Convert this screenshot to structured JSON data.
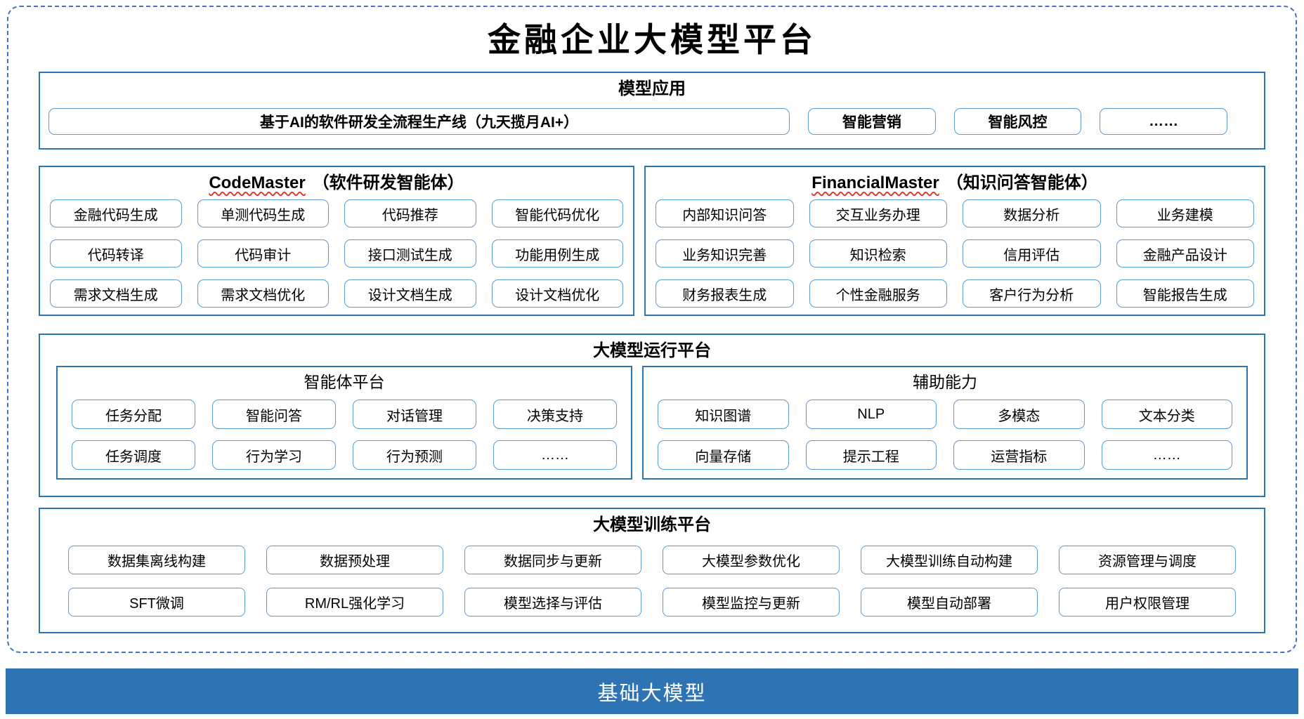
{
  "page": {
    "title": "金融企业大模型平台",
    "footer_bar": "基础大模型"
  },
  "colors": {
    "outer_dashed_border": "#4472C4",
    "section_border": "#2E74B5",
    "item_border": "#5B9BD5",
    "footer_background": "#2E74B5",
    "footer_text": "#FFFFFF",
    "spellcheck_underline": "#E53935",
    "text": "#000000"
  },
  "sections": {
    "model_app": {
      "header": "模型应用",
      "main_item": "基于AI的软件研发全流程生产线（九天揽月AI+）",
      "items": [
        "智能营销",
        "智能风控",
        "……"
      ]
    },
    "code_master": {
      "name_en": "CodeMaster",
      "name_zh": "（软件研发智能体）",
      "items": [
        "金融代码生成",
        "单测代码生成",
        "代码推荐",
        "智能代码优化",
        "代码转译",
        "代码审计",
        "接口测试生成",
        "功能用例生成",
        "需求文档生成",
        "需求文档优化",
        "设计文档生成",
        "设计文档优化"
      ]
    },
    "financial_master": {
      "name_en": "FinancialMaster",
      "name_zh": "（知识问答智能体）",
      "items": [
        "内部知识问答",
        "交互业务办理",
        "数据分析",
        "业务建模",
        "业务知识完善",
        "知识检索",
        "信用评估",
        "金融产品设计",
        "财务报表生成",
        "个性金融服务",
        "客户行为分析",
        "智能报告生成"
      ]
    },
    "runtime": {
      "header": "大模型运行平台",
      "agent_platform": {
        "header": "智能体平台",
        "items": [
          "任务分配",
          "智能问答",
          "对话管理",
          "决策支持",
          "任务调度",
          "行为学习",
          "行为预测",
          "……"
        ]
      },
      "aux": {
        "header": "辅助能力",
        "items": [
          "知识图谱",
          "NLP",
          "多模态",
          "文本分类",
          "向量存储",
          "提示工程",
          "运营指标",
          "……"
        ]
      }
    },
    "training": {
      "header": "大模型训练平台",
      "items": [
        "数据集离线构建",
        "数据预处理",
        "数据同步与更新",
        "大模型参数优化",
        "大模型训练自动构建",
        "资源管理与调度",
        "SFT微调",
        "RM/RL强化学习",
        "模型选择与评估",
        "模型监控与更新",
        "模型自动部署",
        "用户权限管理"
      ]
    }
  }
}
